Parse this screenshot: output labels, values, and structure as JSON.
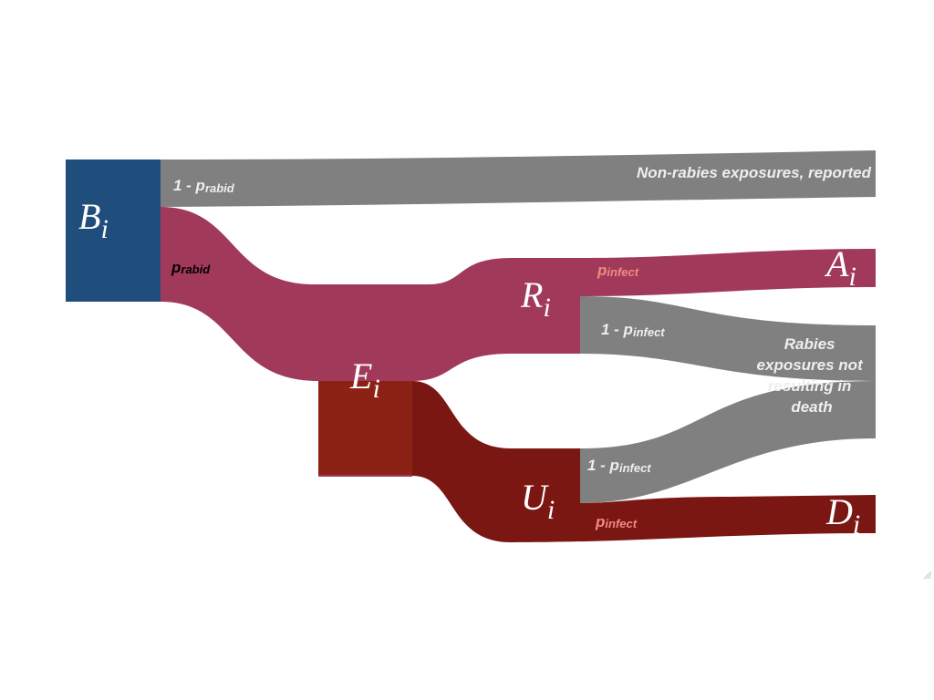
{
  "nodes": {
    "B": {
      "base": "B",
      "sub": "i",
      "color": "#1f4e7d"
    },
    "E": {
      "base": "E",
      "sub": "i",
      "color": "#8c2215"
    },
    "R": {
      "base": "R",
      "sub": "i"
    },
    "U": {
      "base": "U",
      "sub": "i"
    },
    "A": {
      "base": "A",
      "sub": "i"
    },
    "D": {
      "base": "D",
      "sub": "i"
    }
  },
  "edges": {
    "b_nonrabid": {
      "prefix": "1 - p",
      "sub": "rabid",
      "color": "#eeeeee"
    },
    "b_rabid": {
      "prefix": "p",
      "sub": "rabid",
      "color": "#000000"
    },
    "r_infect": {
      "prefix": "p",
      "sub": "infect",
      "color": "#f08a82"
    },
    "r_not_infect": {
      "prefix": "1 - p",
      "sub": "infect",
      "color": "#eeeeee"
    },
    "u_not_infect": {
      "prefix": "1 - p",
      "sub": "infect",
      "color": "#eeeeee"
    },
    "u_infect": {
      "prefix": "p",
      "sub": "infect",
      "color": "#f08a82"
    }
  },
  "outcomes": {
    "non_rabies": "Non-rabies exposures, reported",
    "not_death": [
      "Rabies",
      "exposures not",
      "resulting in",
      "death"
    ]
  },
  "colors": {
    "grey_flow": "#808080",
    "rabid_flow": "#a1395b",
    "untreated_flow": "#7b1712",
    "b_node": "#1f4e7d",
    "e_node": "#8c2215"
  }
}
